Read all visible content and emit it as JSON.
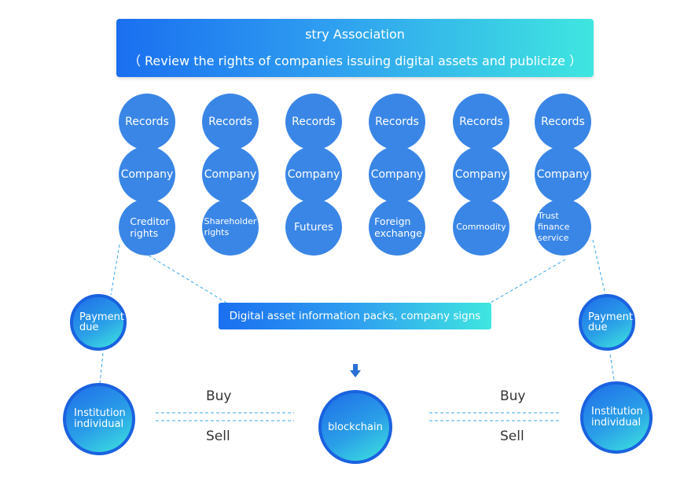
{
  "header": {
    "title": "stry Association",
    "subtitle": "（ Review the rights of companies issuing digital assets and publicize ）"
  },
  "columns": [
    {
      "record": "Records",
      "company": "Company",
      "asset_line1": "Creditor",
      "asset_line2": "rights"
    },
    {
      "record": "Records",
      "company": "Company",
      "asset_line1": "Shareholder",
      "asset_line2": "rights"
    },
    {
      "record": "Records",
      "company": "Company",
      "asset_line1": "Futures",
      "asset_line2": ""
    },
    {
      "record": "Records",
      "company": "Company",
      "asset_line1": "Foreign",
      "asset_line2": "exchange"
    },
    {
      "record": "Records",
      "company": "Company",
      "asset_line1": "Commodity",
      "asset_line2": ""
    },
    {
      "record": "Records",
      "company": "Company",
      "asset_line1": "Trust finance",
      "asset_line2": "service"
    }
  ],
  "pack_label": "Digital asset information packs, company signs",
  "left": {
    "payment_line1": "Payment",
    "payment_line2": "due",
    "institution_line1": "Institution",
    "institution_line2": "individual"
  },
  "right": {
    "payment_line1": "Payment",
    "payment_line2": "due",
    "institution_line1": "Institution",
    "institution_line2": "individual"
  },
  "center": {
    "blockchain": "blockchain",
    "arrow_icon": "down-arrow-icon"
  },
  "trade": {
    "buy": "Buy",
    "sell": "Sell"
  },
  "colors": {
    "circle": "#3a86e6",
    "gradient_start": "#1a6ff0",
    "gradient_end": "#3fe6e0",
    "dashed": "#3aa7e6"
  }
}
